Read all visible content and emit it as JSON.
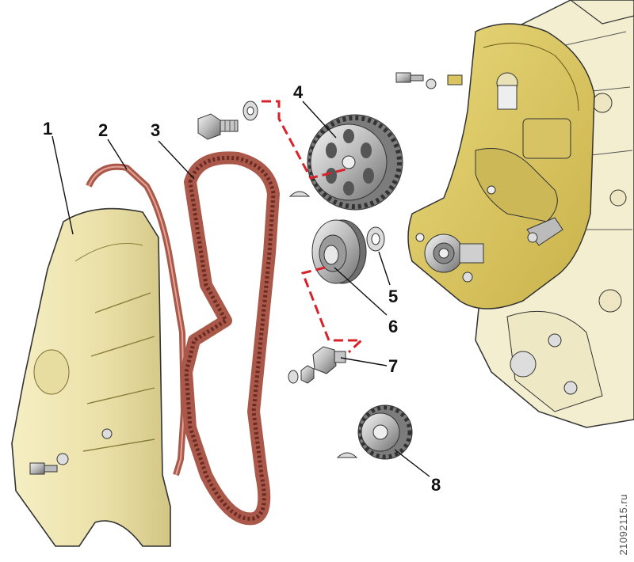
{
  "labels": {
    "l1": "1",
    "l2": "2",
    "l3": "3",
    "l4": "4",
    "l5": "5",
    "l6": "6",
    "l7": "7",
    "l8": "8"
  },
  "watermark": "21092115.ru",
  "colors": {
    "cover": "#efe7b4",
    "cover_shade": "#d8cc8a",
    "belt": "#a9584a",
    "belt_teeth": "#6b2b22",
    "engine": "#f3eecf",
    "engine_plate": "#d9c460",
    "metal": "#c9c9c9",
    "dash_line": "#d8222a"
  }
}
